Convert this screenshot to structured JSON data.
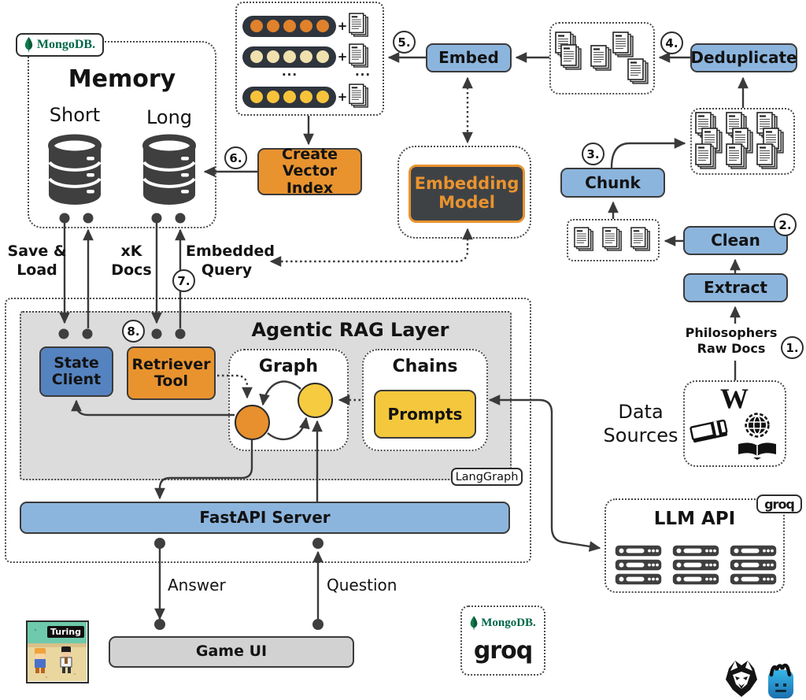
{
  "colors": {
    "blue_button": "#8CB5DD",
    "state_client_blue": "#5583C0",
    "orange": "#E9932F",
    "yellow": "#F4C73C",
    "dark_box": "#3F4245",
    "panel_gray": "#DCDCDC",
    "line": "#3A3A3A",
    "mongo_green": "#00684A",
    "vector_rows": [
      "#E0812C",
      "#EFE0AE",
      "#F6C33B"
    ]
  },
  "steps": {
    "n1": "1.",
    "n2": "2.",
    "n3": "3.",
    "n4": "4.",
    "n5": "5.",
    "n6": "6.",
    "n7": "7.",
    "n8": "8."
  },
  "memory": {
    "badge": "MongoDB.",
    "title": "Memory",
    "short": "Short",
    "long": "Long"
  },
  "vectors": {
    "plus": "+",
    "ellipsis": "..."
  },
  "pipeline": {
    "embed": "Embed",
    "deduplicate": "Deduplicate",
    "chunk": "Chunk",
    "clean": "Clean",
    "extract": "Extract",
    "create_vector_index": "Create Vector Index",
    "embedding_model": "Embedding Model"
  },
  "flow_labels": {
    "save_load": "Save &\nLoad",
    "xk_docs": "xK\nDocs",
    "embedded_query": "Embedded\nQuery",
    "philosophers": "Philosophers\nRaw Docs",
    "answer": "Answer",
    "question": "Question"
  },
  "rag": {
    "title": "Agentic RAG Layer",
    "state_client": "State Client",
    "retriever_tool": "Retriever Tool",
    "graph": "Graph",
    "chains": "Chains",
    "prompts": "Prompts",
    "langgraph": "LangGraph",
    "fastapi": "FastAPI Server"
  },
  "game": {
    "ui": "Game UI",
    "badge": "Turing"
  },
  "llm": {
    "title": "LLM API",
    "badge": "groq"
  },
  "sources": {
    "label": "Data\nSources",
    "wikipedia_w": "W"
  },
  "footer": {
    "mongodb": "MongoDB.",
    "groq": "groq"
  }
}
